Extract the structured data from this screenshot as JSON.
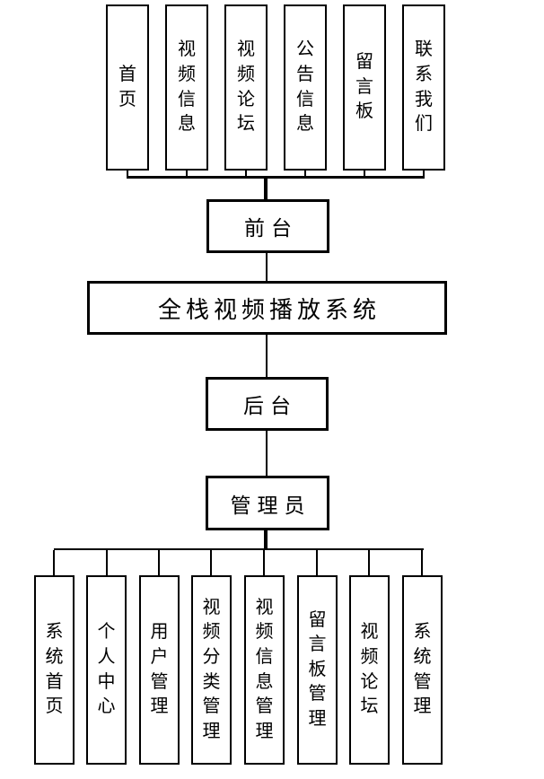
{
  "page": {
    "background_color": "#ffffff",
    "line_color": "#000000"
  },
  "diagram": {
    "type": "hierarchy",
    "root_node": {
      "label": "全栈视频播放系统"
    },
    "front_node": {
      "label": "前台"
    },
    "back_node": {
      "label": "后台"
    },
    "admin_node": {
      "label": "管理员"
    },
    "front_modules": [
      {
        "label": "首页"
      },
      {
        "label": "视频信息"
      },
      {
        "label": "视频论坛"
      },
      {
        "label": "公告信息"
      },
      {
        "label": "留言板"
      },
      {
        "label": "联系我们"
      }
    ],
    "admin_modules": [
      {
        "label": "系统首页"
      },
      {
        "label": "个人中心"
      },
      {
        "label": "用户管理"
      },
      {
        "label": "视频分类管理"
      },
      {
        "label": "视频信息管理"
      },
      {
        "label": "留言板管理"
      },
      {
        "label": "视频论坛"
      },
      {
        "label": "系统管理"
      }
    ]
  }
}
